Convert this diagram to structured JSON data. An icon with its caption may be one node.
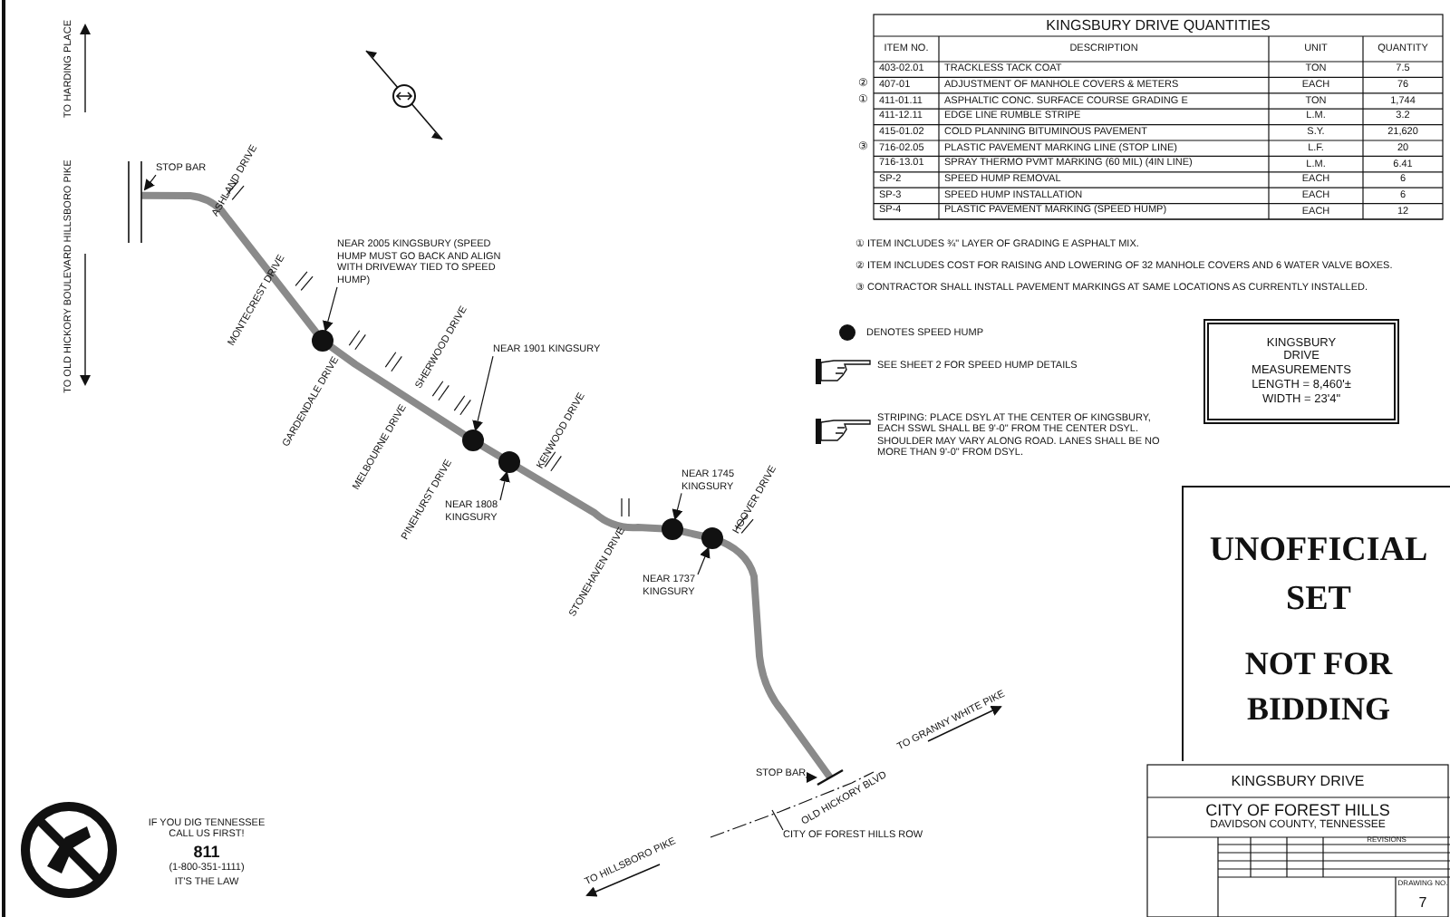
{
  "diagram": {
    "nodes": [
      {
        "text": [
          "STOP BAR"
        ]
      },
      {
        "text": [],
        "shape": "bar"
      },
      {
        "text": [
          "NEAR 2005 KINGSBURY (SPEED HUMP MUST GO BACK AND ALIGN WITH DRIVEWAY TIED TO SPEED HUMP)"
        ]
      },
      {
        "text": [],
        "shape": "circle"
      },
      {
        "text": [
          "NEAR 1901 KINGSURY"
        ]
      },
      {
        "text": [],
        "shape": "circle"
      },
      {
        "text": [
          "NEAR 1808 KINGSURY"
        ]
      },
      {
        "text": [],
        "shape": "circle"
      },
      {
        "text": [
          "NEAR 1745 KINGSURY"
        ]
      },
      {
        "text": [],
        "shape": "circle"
      },
      {
        "text": [
          "NEAR 1737 KINGSURY"
        ]
      },
      {
        "text": [],
        "shape": "circle"
      },
      {
        "text": [
          "STOP BAR"
        ]
      },
      {
        "text": [],
        "shape": "bar"
      },
      {
        "text": [
          "CITY OF FOREST HILLS ROW"
        ]
      },
      {
        "text": [
          "KINGSBURY DRIVE MEASUREMENTS LENGTH = 8,460'± WIDTH = 23'4\""
        ]
      },
      {
        "text": [
          "UNOFFICIAL SET",
          "NOT FOR BIDDING"
        ]
      }
    ],
    "edges": [
      {
        "from": 0,
        "to": 1,
        "arrow": "to"
      },
      {
        "from": 2,
        "to": 3,
        "arrow": "to"
      },
      {
        "from": 4,
        "to": 5,
        "arrow": "to"
      },
      {
        "from": 6,
        "to": 7,
        "arrow": "to"
      },
      {
        "from": 8,
        "to": 9,
        "arrow": "to"
      },
      {
        "from": 10,
        "to": 11,
        "arrow": "to"
      },
      {
        "from": 12,
        "to": 13,
        "arrow": "to"
      },
      {
        "from": 14,
        "to": null,
        "arrow": "none"
      },
      {
        "from": 1,
        "to": 13,
        "arrow": "none",
        "style": "thick",
        "color": "#8a8a8a"
      }
    ],
    "labels": [
      "KINGSBURY DRIVE QUANTITIES",
      "ITEM NO.",
      "DESCRIPTION",
      "UNIT",
      "QUANTITY",
      "403-02.01",
      "TRACKLESS TACK COAT",
      "TON",
      "7.5",
      "②",
      "407-01",
      "ADJUSTMENT OF MANHOLE COVERS & METERS",
      "EACH",
      "76",
      "①",
      "411-01.11",
      "ASPHALTIC CONC. SURFACE COURSE GRADING E",
      "TON",
      "1,744",
      "411-12.11",
      "EDGE LINE RUMBLE STRIPE",
      "L.M.",
      "3.2",
      "415-01.02",
      "COLD PLANNING BITUMINOUS PAVEMENT",
      "S.Y.",
      "21,620",
      "③",
      "716-02.05",
      "PLASTIC PAVEMENT MARKING LINE (STOP LINE)",
      "L.F.",
      "20",
      "716-13.01",
      "SPRAY THERMO PVMT MARKING (60 MIL) (4IN LINE)",
      "L.M.",
      "6.41",
      "SP-2",
      "SPEED HUMP REMOVAL",
      "EACH",
      "6",
      "SP-3",
      "SPEED HUMP INSTALLATION",
      "EACH",
      "6",
      "SP-4",
      "PLASTIC PAVEMENT MARKING (SPEED HUMP)",
      "EACH",
      "12",
      "① ITEM INCLUDES ¾\" LAYER OF GRADING E ASPHALT MIX.",
      "② ITEM INCLUDES COST FOR RAISING AND LOWERING OF 32 MANHOLE COVERS AND 6 WATER VALVE BOXES.",
      "③ CONTRACTOR SHALL INSTALL PAVEMENT MARKINGS AT SAME LOCATIONS AS CURRENTLY INSTALLED.",
      "SEE SHEET 2 FOR SPEED HUMP DETAILS",
      "STRIPING: PLACE DSYL AT THE CENTER OF KINGSBURY, EACH SSWL SHALL BE 9'-0\" FROM THE CENTER DSYL. SHOULDER MAY VARY ALONG ROAD. LANES SHALL BE NO MORE THAN 9'-0\" FROM DSYL.",
      "TO HARDING PLACE",
      "HILLSBORO PIKE",
      "TO OLD HICKORY BOULEVARD",
      "ASHLAND DRIVE",
      "MONTECREST DRIVE",
      "GARDENDALE DRIVE",
      "SHERWOOD DRIVE",
      "MELBOURNE DRIVE",
      "PINEHURST DRIVE",
      "KENWOOD DRIVE",
      "STONEHAVEN DRIVE",
      "HOOVER DRIVE",
      "OLD HICKORY BLVD",
      "TO GRANNY WHITE PIKE",
      "TO HILLSBORO PIKE",
      "IF YOU DIG TENNESSEE CALL US FIRST!",
      "811",
      "(1-800-351-1111)",
      "IT'S THE LAW",
      "KINGSBURY DRIVE",
      "CITY OF FOREST HILLS",
      "DAVIDSON COUNTY, TENNESSEE",
      "REVISIONS",
      "DRAWING NO.",
      "7"
    ],
    "legend": [
      {
        "text": "DENOTES SPEED HUMP"
      }
    ]
  }
}
